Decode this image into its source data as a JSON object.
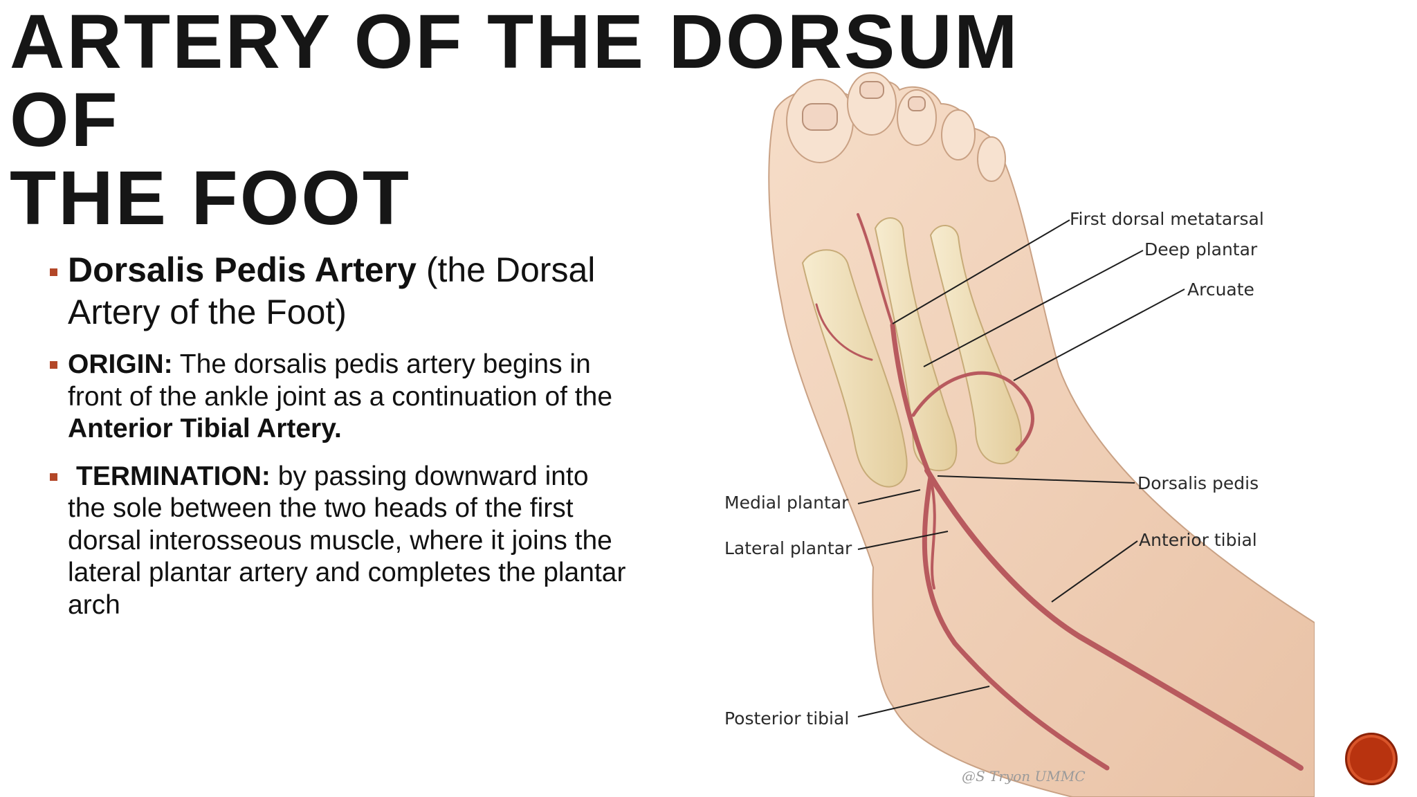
{
  "slide": {
    "title_line1": "ARTERY OF THE DORSUM OF",
    "title_line2": "THE FOOT",
    "bullets": [
      {
        "bold": "Dorsalis Pedis Artery",
        "text": " (the Dorsal Artery of the Foot)"
      },
      {
        "bold": "ORIGIN:",
        "text": " The dorsalis pedis artery begins in front of the ankle joint as a continuation of the ",
        "bold2": "Anterior Tibial Artery."
      },
      {
        "bold": "TERMINATION:",
        "text": " by passing downward into the sole between the two heads of the first dorsal interosseous muscle, where it joins the lateral plantar artery and completes the plantar arch"
      }
    ]
  },
  "diagram": {
    "labels": {
      "first_dorsal_metatarsal": "First dorsal metatarsal",
      "deep_plantar": "Deep plantar",
      "arcuate": "Arcuate",
      "dorsalis_pedis": "Dorsalis pedis",
      "anterior_tibial": "Anterior tibial",
      "medial_plantar": "Medial plantar",
      "lateral_plantar": "Lateral plantar",
      "posterior_tibial": "Posterior tibial"
    },
    "signature": "@S Tryon UMMC"
  },
  "colors": {
    "accent": "#b34728",
    "artery": "#b85a5e",
    "skin": "#f0d3bc",
    "bone": "#f1e2bd",
    "nav_button": "#b8330f"
  },
  "icons": {
    "nav_button": "circle-button-icon"
  }
}
